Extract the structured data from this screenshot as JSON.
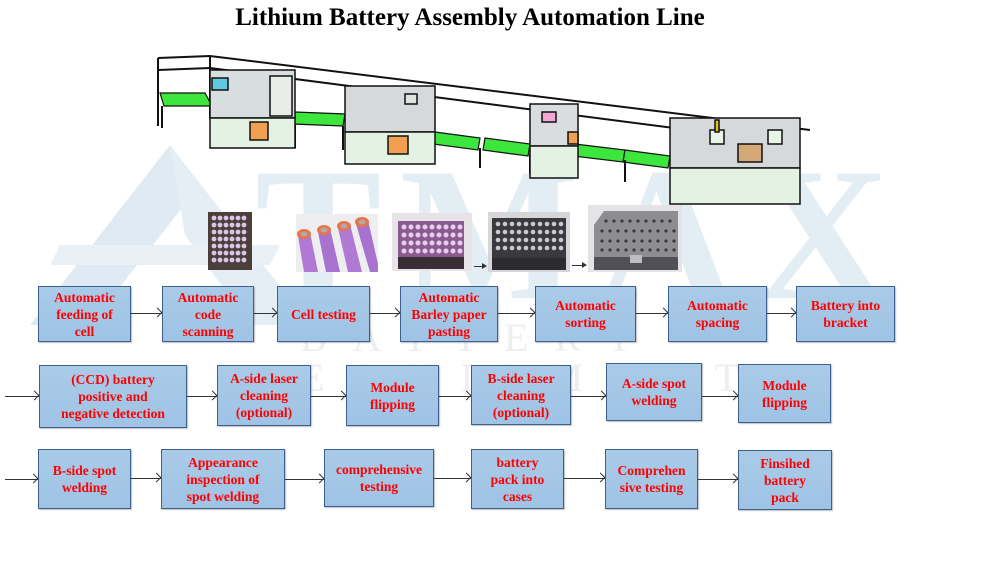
{
  "title": "Lithium Battery Assembly Automation Line",
  "watermark": {
    "brand": "TMAX",
    "subtitle": "BATTERY EQUIPMENTS"
  },
  "images": {
    "assembly_line": "assembly-line-machine-render",
    "thumbnails": [
      {
        "name": "cell-matrix-photo",
        "caption": ""
      },
      {
        "name": "cylindrical-cells-photo",
        "caption": ""
      },
      {
        "name": "cells-with-barley-paper-photo",
        "caption": ""
      },
      {
        "name": "cells-in-bracket-photo",
        "caption": ""
      },
      {
        "name": "welded-module-photo",
        "caption": ""
      }
    ]
  },
  "colors": {
    "box_fill": "#a5c8e7",
    "box_border": "#3d5f8f",
    "box_text": "#ff0000",
    "arrow": "#333333",
    "conveyor": "#39e639"
  },
  "flow": {
    "row1": [
      "Automatic\nfeeding of\ncell",
      "Automatic\ncode\nscanning",
      "Cell testing",
      "Automatic\nBarley paper\npasting",
      "Automatic\nsorting",
      "Automatic\nspacing",
      "Battery into\nbracket"
    ],
    "row2": [
      "(CCD) battery\npositive and\nnegative detection",
      "A-side laser\ncleaning\n(optional)",
      "Module\nflipping",
      "B-side laser\ncleaning\n(optional)",
      "A-side  spot\nwelding",
      "Module\nflipping"
    ],
    "row3": [
      "B-side  spot\nwelding",
      "Appearance\ninspection of\nspot welding",
      "comprehensive\ntesting",
      "battery\npack into\ncases",
      "Comprehen\nsive testing",
      "Finsihed\nbattery\npack"
    ]
  }
}
